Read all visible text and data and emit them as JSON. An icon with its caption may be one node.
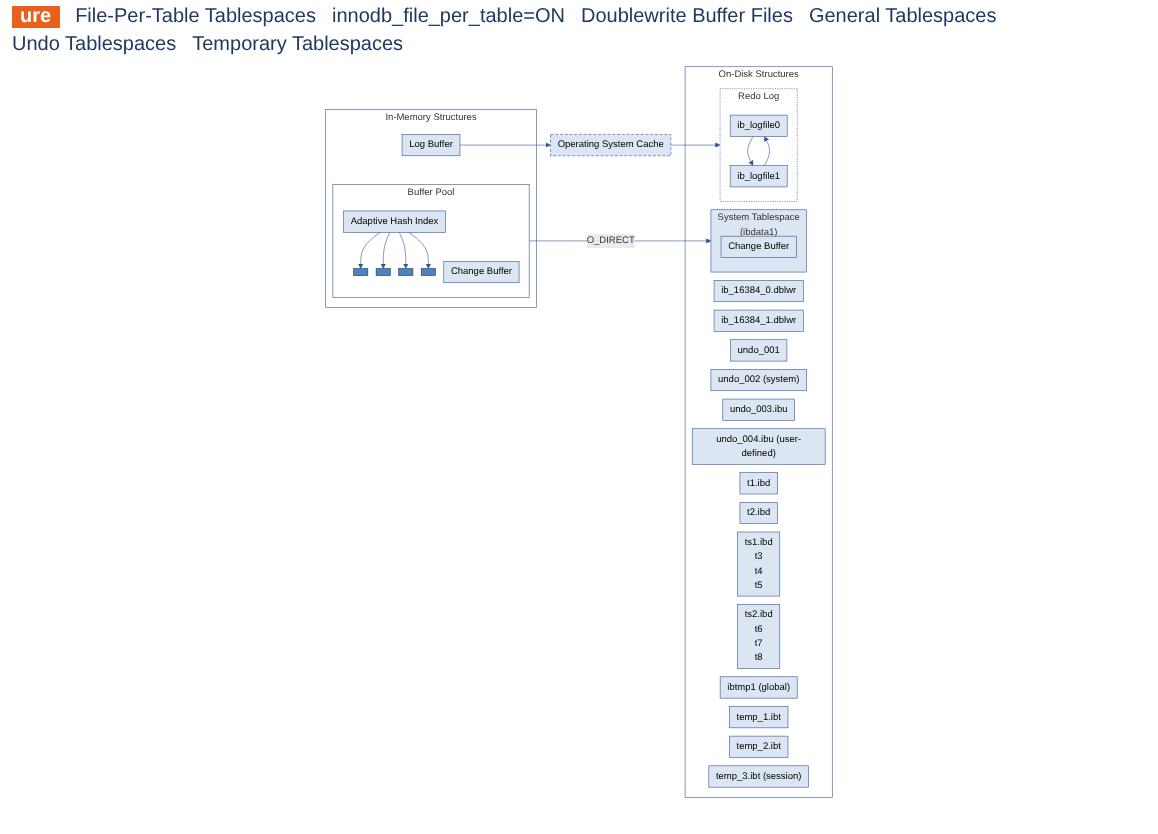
{
  "diagram": {
    "nodes": [
      {
        "text": [
          "In-Memory Structures"
        ]
      },
      {
        "text": [
          "Buffer Pool"
        ],
        "in": 0
      },
      {
        "text": [
          "Adaptive Hash Index"
        ],
        "in": 1
      },
      {
        "text": [
          "Change Buffer"
        ],
        "in": 1
      },
      {
        "text": [
          "Log Buffer"
        ],
        "in": 0
      },
      {
        "text": [
          "Operating System Cache"
        ]
      },
      {
        "text": [
          "On-Disk Structures"
        ]
      },
      {
        "text": [
          "System Tablespace",
          "(ibdata1)"
        ],
        "in": 6
      },
      {
        "text": [
          "Change Buffer"
        ],
        "in": 7
      },
      {
        "text": [
          "ib_16384_0.dblwr"
        ],
        "in": 6
      },
      {
        "text": [
          "ib_16384_1.dblwr"
        ],
        "in": 6
      },
      {
        "text": [
          "undo_001"
        ],
        "in": 6
      },
      {
        "text": [
          "undo_002 (system)"
        ],
        "in": 6
      },
      {
        "text": [
          "undo_003.ibu"
        ],
        "in": 6
      },
      {
        "text": [
          "undo_004.ibu (user-defined)"
        ],
        "in": 6
      },
      {
        "text": [
          "Redo Log"
        ],
        "in": 6
      },
      {
        "text": [
          "ib_logfile0"
        ],
        "in": 15
      },
      {
        "text": [
          "ib_logfile1"
        ],
        "in": 15
      },
      {
        "text": [
          "t1.ibd"
        ],
        "in": 6
      },
      {
        "text": [
          "t2.ibd"
        ],
        "in": 6
      },
      {
        "text": [
          "ts1.ibd",
          "t3",
          "t4",
          "t5"
        ],
        "in": 6
      },
      {
        "text": [
          "ts2.ibd",
          "t6",
          "t7",
          "t8"
        ],
        "in": 6
      },
      {
        "text": [
          "ibtmp1 (global)"
        ],
        "in": 6
      },
      {
        "text": [
          "temp_1.ibt"
        ],
        "in": 6
      },
      {
        "text": [
          "temp_2.ibt"
        ],
        "in": 6
      },
      {
        "text": [
          "temp_3.ibt (session)"
        ],
        "in": 6
      },
      {
        "text": [],
        "shape": "box",
        "in": 1
      },
      {
        "text": [],
        "shape": "box",
        "in": 1
      },
      {
        "text": [],
        "shape": "box",
        "in": 1
      },
      {
        "text": [],
        "shape": "box",
        "in": 1
      }
    ],
    "edges": [
      {
        "from": 2,
        "to": 26,
        "arrow": "to"
      },
      {
        "from": 2,
        "to": 27,
        "arrow": "to"
      },
      {
        "from": 2,
        "to": 28,
        "arrow": "to"
      },
      {
        "from": 2,
        "to": 29,
        "arrow": "to"
      },
      {
        "from": 1,
        "to": 7,
        "label": "O_DIRECT",
        "arrow": "to"
      },
      {
        "from": 4,
        "to": 5,
        "arrow": "to"
      },
      {
        "from": 5,
        "to": 15,
        "arrow": "to"
      },
      {
        "from": 16,
        "to": 17,
        "arrow": "to"
      },
      {
        "from": 17,
        "to": 16,
        "arrow": "to"
      }
    ],
    "labels": [
      "ure",
      "File-Per-Table Tablespaces",
      "innodb_file_per_table=ON",
      "Doublewrite Buffer Files",
      "General Tablespaces",
      "Undo Tablespaces",
      "Temporary Tablespaces"
    ]
  }
}
